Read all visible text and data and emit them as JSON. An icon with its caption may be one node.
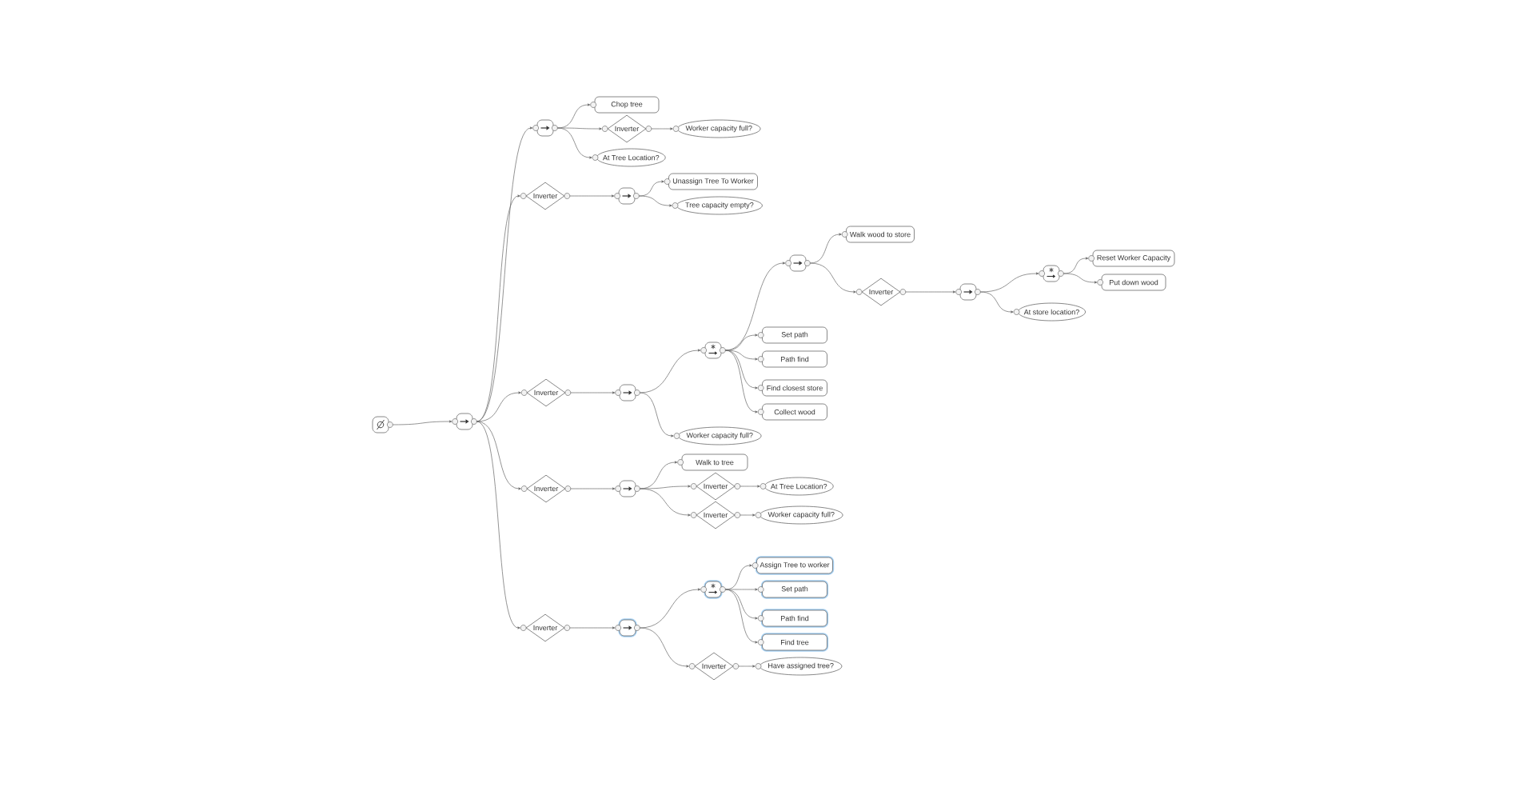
{
  "diagram": {
    "nodes": [
      {
        "text": [],
        "shape": "box"
      },
      {
        "text": [],
        "shape": "box"
      },
      {
        "text": [],
        "shape": "box"
      },
      {
        "text": [
          "Chop tree"
        ]
      },
      {
        "text": [
          "Inverter"
        ]
      },
      {
        "text": [
          "Worker capacity full?"
        ]
      },
      {
        "text": [
          "At Tree Location?"
        ]
      },
      {
        "text": [
          "Inverter"
        ]
      },
      {
        "text": [],
        "shape": "box"
      },
      {
        "text": [
          "Unassign Tree To Worker"
        ]
      },
      {
        "text": [
          "Tree capacity empty?"
        ]
      },
      {
        "text": [
          "Inverter"
        ]
      },
      {
        "text": [],
        "shape": "box"
      },
      {
        "text": [],
        "shape": "box"
      },
      {
        "text": [],
        "shape": "box"
      },
      {
        "text": [
          "Walk wood to store"
        ]
      },
      {
        "text": [
          "Inverter"
        ]
      },
      {
        "text": [],
        "shape": "box"
      },
      {
        "text": [],
        "shape": "box"
      },
      {
        "text": [
          "Reset Worker Capacity"
        ]
      },
      {
        "text": [
          "Put down wood"
        ]
      },
      {
        "text": [
          "At store location?"
        ]
      },
      {
        "text": [
          "Set path"
        ]
      },
      {
        "text": [
          "Path find"
        ]
      },
      {
        "text": [
          "Find closest store"
        ]
      },
      {
        "text": [
          "Collect wood"
        ]
      },
      {
        "text": [
          "Worker capacity full?"
        ]
      },
      {
        "text": [
          "Inverter"
        ]
      },
      {
        "text": [],
        "shape": "box"
      },
      {
        "text": [
          "Walk to tree"
        ]
      },
      {
        "text": [
          "Inverter"
        ]
      },
      {
        "text": [
          "At Tree Location?"
        ]
      },
      {
        "text": [
          "Inverter"
        ]
      },
      {
        "text": [
          "Worker capacity full?"
        ]
      },
      {
        "text": [
          "Inverter"
        ]
      },
      {
        "text": [],
        "shape": "box"
      },
      {
        "text": [],
        "shape": "box"
      },
      {
        "text": [
          "Assign Tree to worker"
        ]
      },
      {
        "text": [
          "Set path"
        ]
      },
      {
        "text": [
          "Path find"
        ]
      },
      {
        "text": [
          "Find tree"
        ]
      },
      {
        "text": [
          "Inverter"
        ]
      },
      {
        "text": [
          "Have assigned tree?"
        ]
      }
    ],
    "edges": [
      {
        "from": 0,
        "to": 1,
        "arrow": "to"
      },
      {
        "from": 1,
        "to": 2,
        "arrow": "to"
      },
      {
        "from": 2,
        "to": 3,
        "arrow": "to"
      },
      {
        "from": 2,
        "to": 4,
        "arrow": "to"
      },
      {
        "from": 4,
        "to": 5,
        "arrow": "to"
      },
      {
        "from": 2,
        "to": 6,
        "arrow": "to"
      },
      {
        "from": 1,
        "to": 7,
        "arrow": "to"
      },
      {
        "from": 7,
        "to": 8,
        "arrow": "to"
      },
      {
        "from": 8,
        "to": 9,
        "arrow": "to"
      },
      {
        "from": 8,
        "to": 10,
        "arrow": "to"
      },
      {
        "from": 1,
        "to": 11,
        "arrow": "to"
      },
      {
        "from": 11,
        "to": 12,
        "arrow": "to"
      },
      {
        "from": 12,
        "to": 13,
        "arrow": "to"
      },
      {
        "from": 13,
        "to": 14,
        "arrow": "to"
      },
      {
        "from": 14,
        "to": 15,
        "arrow": "to"
      },
      {
        "from": 14,
        "to": 16,
        "arrow": "to"
      },
      {
        "from": 16,
        "to": 17,
        "arrow": "to"
      },
      {
        "from": 17,
        "to": 18,
        "arrow": "to"
      },
      {
        "from": 18,
        "to": 19,
        "arrow": "to"
      },
      {
        "from": 18,
        "to": 20,
        "arrow": "to"
      },
      {
        "from": 17,
        "to": 21,
        "arrow": "to"
      },
      {
        "from": 13,
        "to": 22,
        "arrow": "to"
      },
      {
        "from": 13,
        "to": 23,
        "arrow": "to"
      },
      {
        "from": 13,
        "to": 24,
        "arrow": "to"
      },
      {
        "from": 13,
        "to": 25,
        "arrow": "to"
      },
      {
        "from": 12,
        "to": 26,
        "arrow": "to"
      },
      {
        "from": 1,
        "to": 27,
        "arrow": "to"
      },
      {
        "from": 27,
        "to": 28,
        "arrow": "to"
      },
      {
        "from": 28,
        "to": 29,
        "arrow": "to"
      },
      {
        "from": 28,
        "to": 30,
        "arrow": "to"
      },
      {
        "from": 30,
        "to": 31,
        "arrow": "to"
      },
      {
        "from": 28,
        "to": 32,
        "arrow": "to"
      },
      {
        "from": 32,
        "to": 33,
        "arrow": "to"
      },
      {
        "from": 1,
        "to": 34,
        "arrow": "to"
      },
      {
        "from": 34,
        "to": 35,
        "arrow": "to"
      },
      {
        "from": 35,
        "to": 36,
        "arrow": "to"
      },
      {
        "from": 36,
        "to": 37,
        "arrow": "to"
      },
      {
        "from": 36,
        "to": 38,
        "arrow": "to"
      },
      {
        "from": 36,
        "to": 39,
        "arrow": "to"
      },
      {
        "from": 36,
        "to": 40,
        "arrow": "to"
      },
      {
        "from": 35,
        "to": 41,
        "arrow": "to"
      },
      {
        "from": 41,
        "to": 42,
        "arrow": "to"
      }
    ]
  }
}
